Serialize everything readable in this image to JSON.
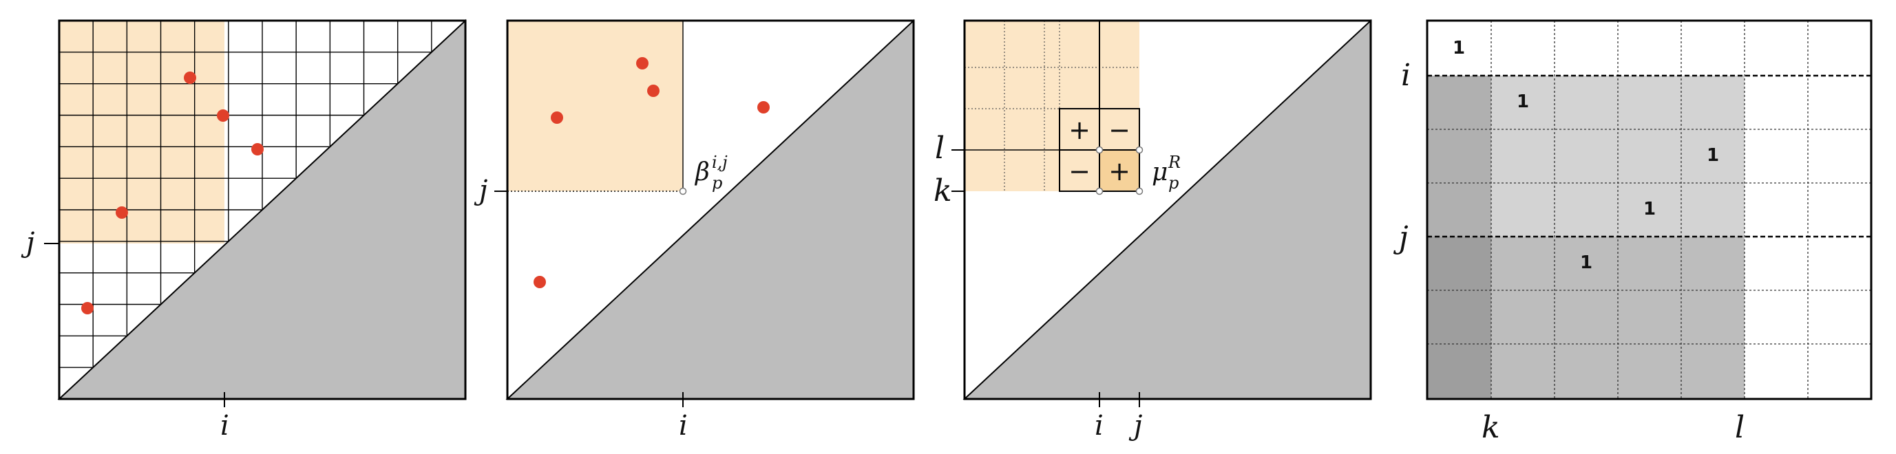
{
  "panel1": {
    "axis_x": "i",
    "axis_y": "j"
  },
  "panel2": {
    "axis_x": "i",
    "axis_y": "j",
    "annotation_base": "β",
    "annotation_sub": "p",
    "annotation_sup": "i,j"
  },
  "panel3": {
    "axis_x_left": "i",
    "axis_x_right": "j",
    "axis_y_upper": "l",
    "axis_y_lower": "k",
    "annotation_base": "μ",
    "annotation_sub": "p",
    "annotation_sup": "R",
    "signs": [
      "+",
      "−",
      "−",
      "+"
    ]
  },
  "panel4": {
    "row_label_top": "i",
    "row_label_mid": "j",
    "col_label_left": "k",
    "col_label_right": "l",
    "cell_values": [
      "1",
      "1",
      "1",
      "1",
      "1"
    ]
  },
  "colors": {
    "highlight": "#fce6c6",
    "highlight_dark": "#f6d29a",
    "point": "#e0402a",
    "triangle": "#bdbdbd",
    "gray_light": "#d3d3d3",
    "gray_mid": "#bdbdbd",
    "gray_dark": "#b0b0b0",
    "gray_darkest": "#9e9e9e"
  }
}
